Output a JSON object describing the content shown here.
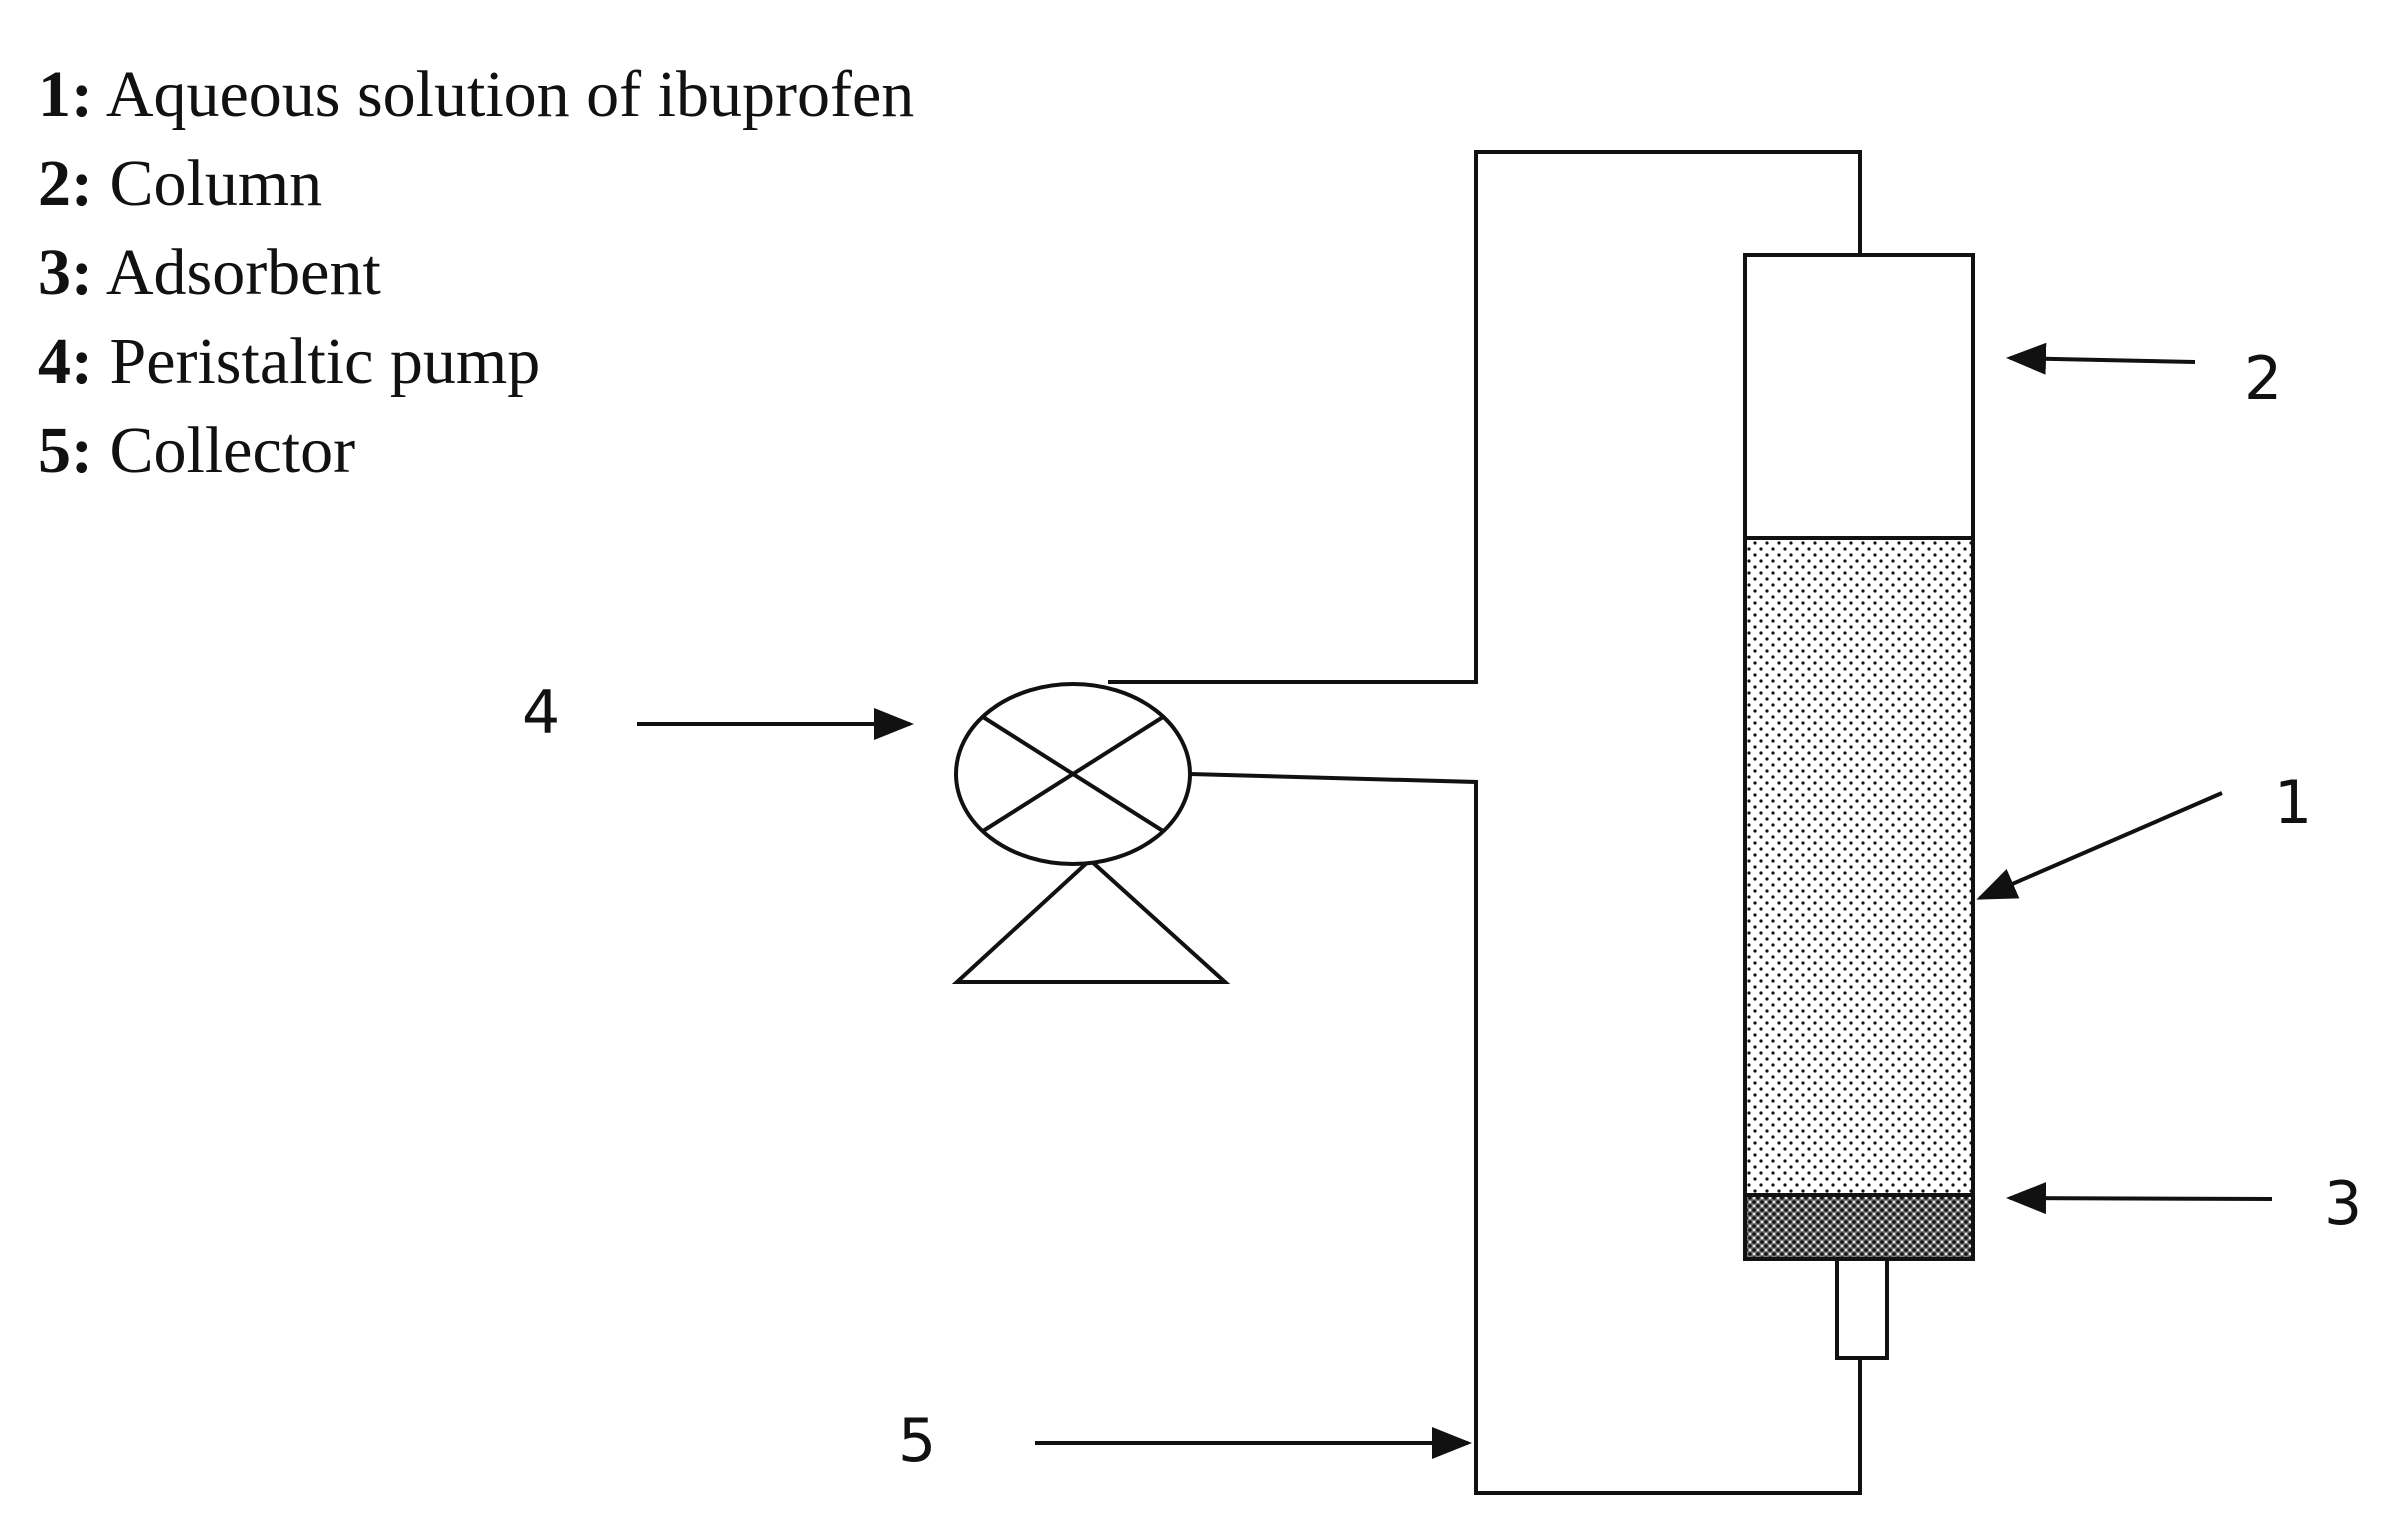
{
  "legend": [
    {
      "num": "1:",
      "label": "Aqueous solution of ibuprofen"
    },
    {
      "num": "2:",
      "label": "Column"
    },
    {
      "num": "3:",
      "label": "Adsorbent"
    },
    {
      "num": "4:",
      "label": "Peristaltic pump"
    },
    {
      "num": "5:",
      "label": "Collector"
    }
  ],
  "callouts": {
    "solution": "1",
    "column": "2",
    "adsorbent": "3",
    "pump": "4",
    "collector": "5"
  },
  "colors": {
    "line": "#111111",
    "background": "#ffffff"
  }
}
